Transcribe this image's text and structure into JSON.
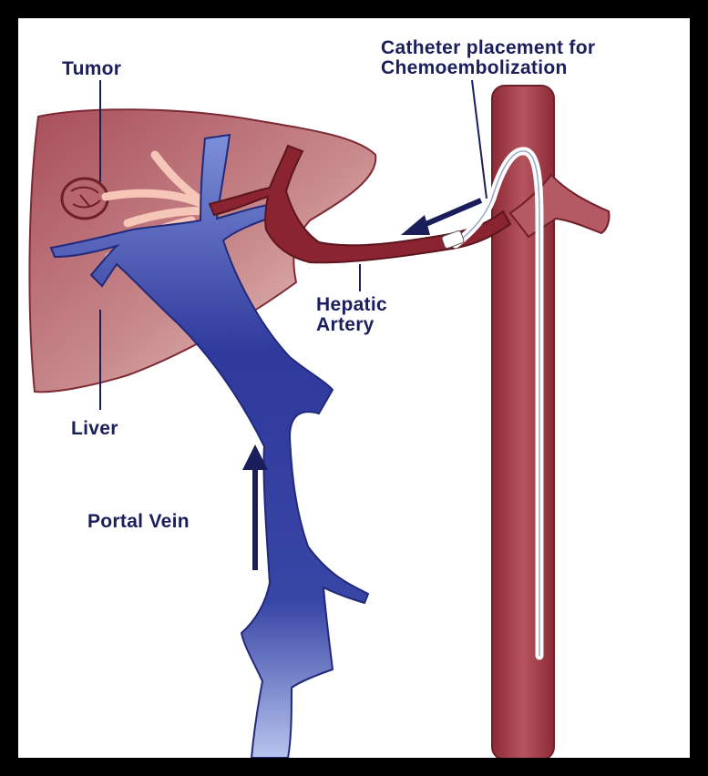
{
  "labels": {
    "tumor": "Tumor",
    "catheter_line1": "Catheter placement for",
    "catheter_line2": "Chemoembolization",
    "hepatic_line1": "Hepatic",
    "hepatic_line2": "Artery",
    "liver": "Liver",
    "portal_vein": "Portal Vein"
  },
  "colors": {
    "background": "#000000",
    "panel": "#ffffff",
    "liver_fill": "#b26a74",
    "liver_light": "#f3c3bf",
    "artery": "#8a2430",
    "aorta": "#a8414c",
    "vein": "#2f3a9c",
    "vein_light": "#9fb0e6",
    "label_text": "#1a1f5c"
  }
}
